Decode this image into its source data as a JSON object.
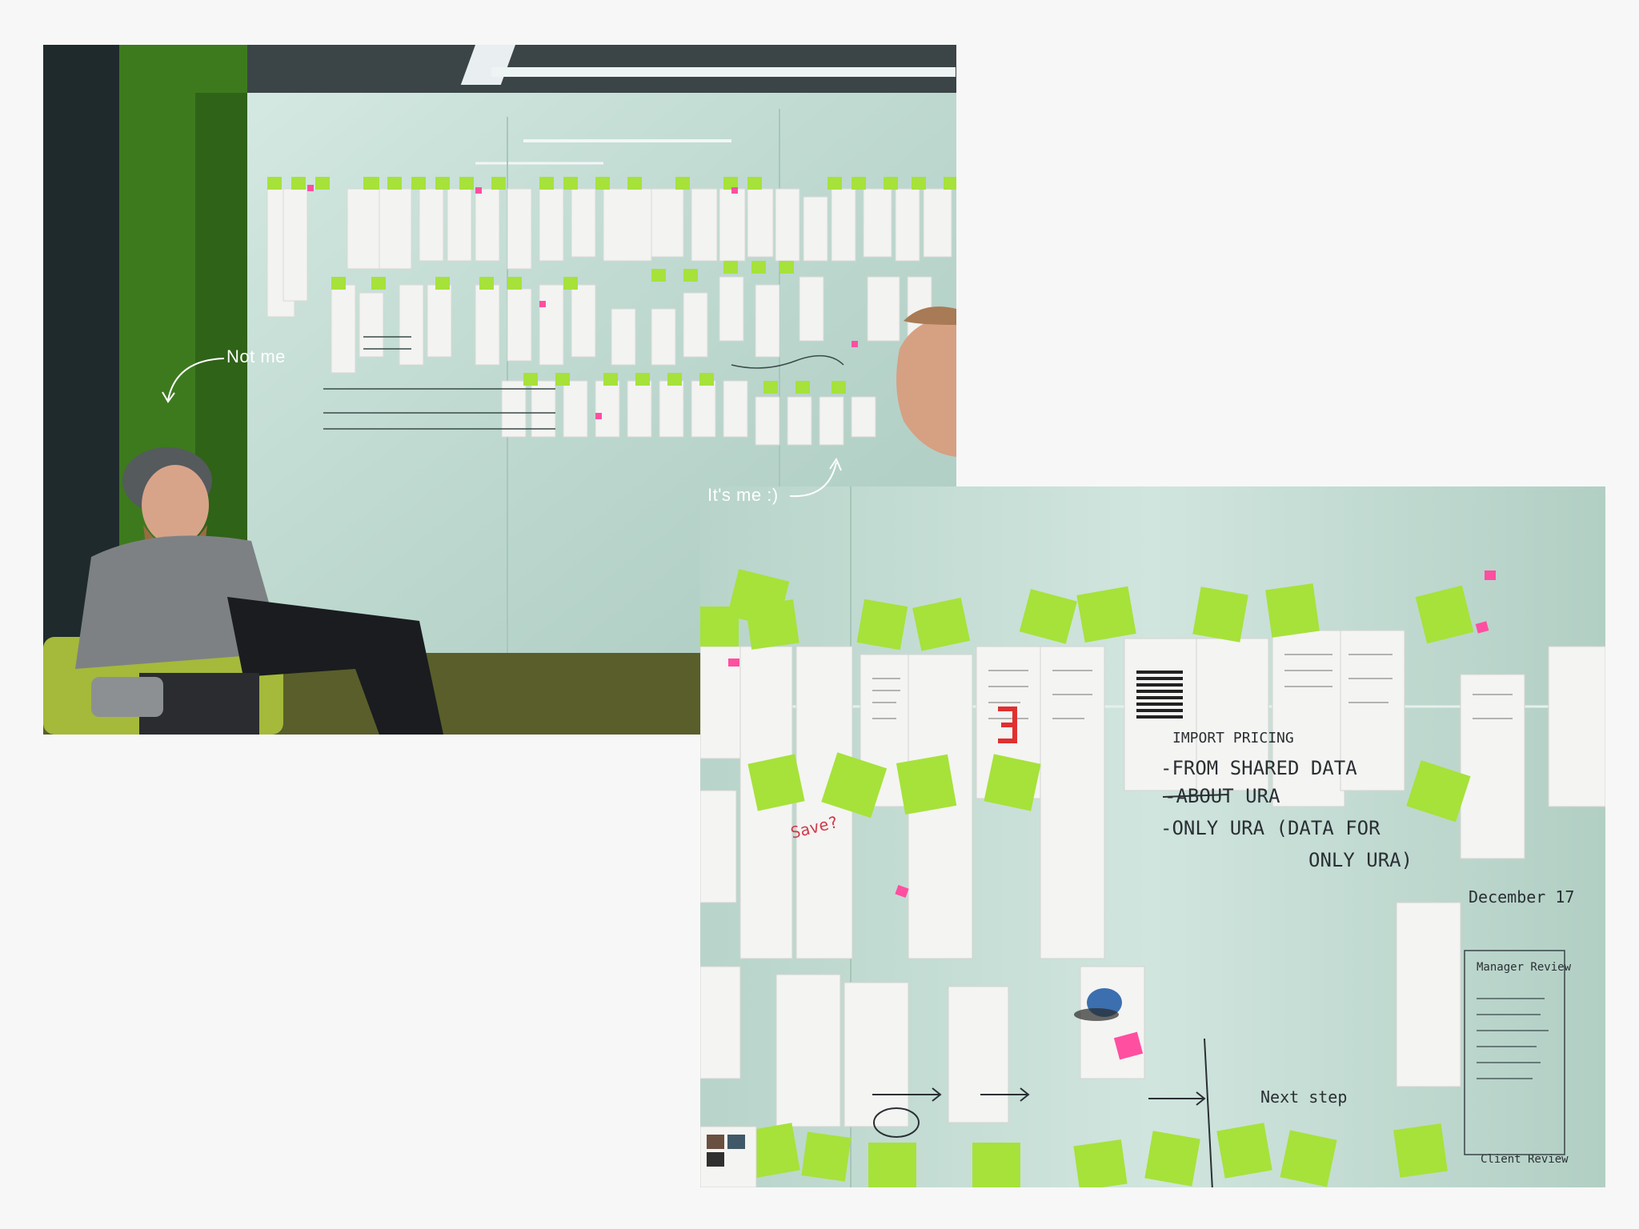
{
  "annotations": {
    "not_me": "Not me",
    "its_me": "It's me :)"
  },
  "board": {
    "line_1": "IMPORT PRICING",
    "line_2": "-FROM SHARED DATA",
    "line_3": "-ABOUT URA",
    "line_4": "-ONLY URA (DATA FOR",
    "line_5": "ONLY URA)",
    "date": "December 17",
    "manager_review": "Manager Review",
    "client_review": "Client Review",
    "next_step": "Next step",
    "save": "Save?"
  },
  "colors": {
    "background": "#f7f7f8",
    "wall_glass": "#c4dcd4",
    "sticky_green": "#a6e23a",
    "sticky_pink": "#ff4fa0",
    "paper": "#f4f4f2",
    "annotation_text": "#ffffff"
  }
}
